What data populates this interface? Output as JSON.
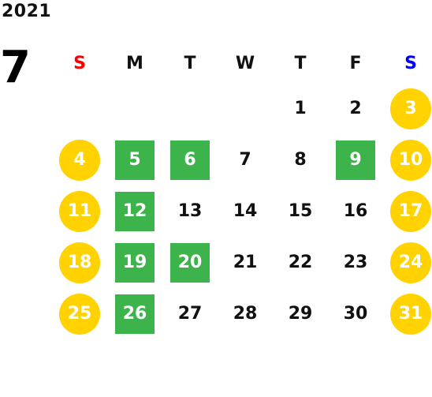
{
  "calendar": {
    "year": "2021",
    "month": "7",
    "weekdays": [
      "S",
      "M",
      "T",
      "W",
      "T",
      "F",
      "S"
    ],
    "colors": {
      "sunday_header": "#ff0000",
      "saturday_header": "#0000ff",
      "weekend_circle": "#ffd200",
      "highlight_square": "#3cb44b"
    },
    "weeks": [
      [
        {
          "d": "",
          "t": "empty"
        },
        {
          "d": "",
          "t": "empty"
        },
        {
          "d": "",
          "t": "empty"
        },
        {
          "d": "",
          "t": "empty"
        },
        {
          "d": "1",
          "t": "plain"
        },
        {
          "d": "2",
          "t": "plain"
        },
        {
          "d": "3",
          "t": "weekend"
        }
      ],
      [
        {
          "d": "4",
          "t": "weekend"
        },
        {
          "d": "5",
          "t": "highlight"
        },
        {
          "d": "6",
          "t": "highlight"
        },
        {
          "d": "7",
          "t": "plain"
        },
        {
          "d": "8",
          "t": "plain"
        },
        {
          "d": "9",
          "t": "highlight"
        },
        {
          "d": "10",
          "t": "weekend"
        }
      ],
      [
        {
          "d": "11",
          "t": "weekend"
        },
        {
          "d": "12",
          "t": "highlight"
        },
        {
          "d": "13",
          "t": "plain"
        },
        {
          "d": "14",
          "t": "plain"
        },
        {
          "d": "15",
          "t": "plain"
        },
        {
          "d": "16",
          "t": "plain"
        },
        {
          "d": "17",
          "t": "weekend"
        }
      ],
      [
        {
          "d": "18",
          "t": "weekend"
        },
        {
          "d": "19",
          "t": "highlight"
        },
        {
          "d": "20",
          "t": "highlight"
        },
        {
          "d": "21",
          "t": "plain"
        },
        {
          "d": "22",
          "t": "plain"
        },
        {
          "d": "23",
          "t": "plain"
        },
        {
          "d": "24",
          "t": "weekend"
        }
      ],
      [
        {
          "d": "25",
          "t": "weekend"
        },
        {
          "d": "26",
          "t": "highlight"
        },
        {
          "d": "27",
          "t": "plain"
        },
        {
          "d": "28",
          "t": "plain"
        },
        {
          "d": "29",
          "t": "plain"
        },
        {
          "d": "30",
          "t": "plain"
        },
        {
          "d": "31",
          "t": "weekend"
        }
      ]
    ]
  }
}
